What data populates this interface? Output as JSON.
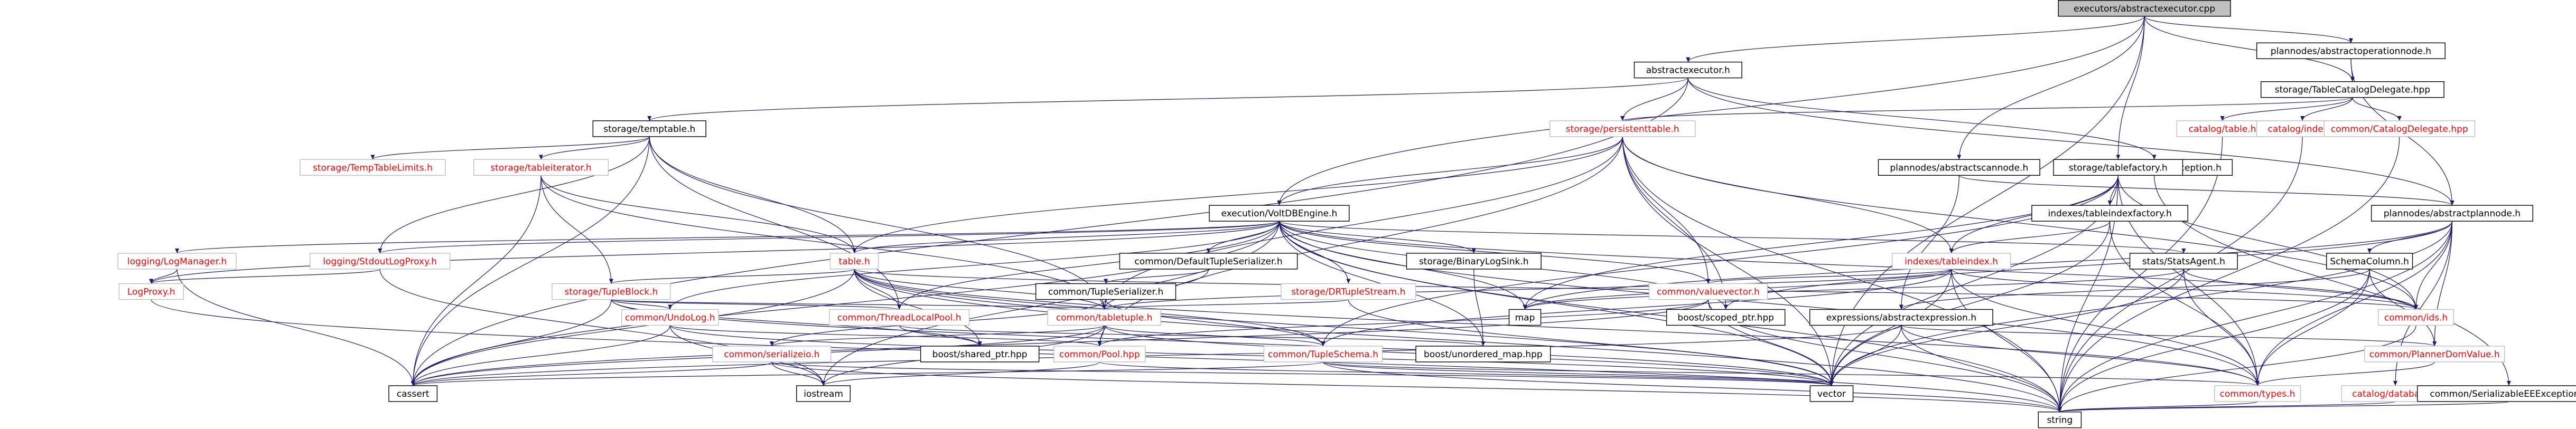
{
  "colors": {
    "edge": "#191970",
    "node_border_default": "#000000",
    "node_border_missing": "#bfbfbf",
    "node_text_normal": "#000000",
    "node_text_linked": "#ff0000",
    "root_fill": "#bfbfbf",
    "background": "#ffffff"
  },
  "nodes": [
    {
      "id": "root",
      "label": "executors/abstractexecutor.cpp",
      "style": "root"
    },
    {
      "id": "ae_h",
      "label": "abstractexecutor.h",
      "style": "normal"
    },
    {
      "id": "aop_h",
      "label": "plannodes/abstractoperationnode.h",
      "style": "normal"
    },
    {
      "id": "stcd_h",
      "label": "storage/TableCatalogDelegate.hpp",
      "style": "normal"
    },
    {
      "id": "ct_h",
      "label": "catalog/table.h",
      "style": "linked"
    },
    {
      "id": "ci_h",
      "label": "catalog/index.h",
      "style": "linked"
    },
    {
      "id": "ccd_h",
      "label": "common/CatalogDelegate.hpp",
      "style": "linked"
    },
    {
      "id": "tmp_h",
      "label": "storage/temptable.h",
      "style": "normal"
    },
    {
      "id": "ptt_h",
      "label": "storage/persistenttable.h",
      "style": "linked"
    },
    {
      "id": "ttl_h",
      "label": "storage/TempTableLimits.h",
      "style": "linked"
    },
    {
      "id": "titer_h",
      "label": "storage/tableiterator.h",
      "style": "linked"
    },
    {
      "id": "cie_h",
      "label": "common/InterruptException.h",
      "style": "normal"
    },
    {
      "id": "vee_h",
      "label": "execution/VoltDBEngine.h",
      "style": "normal"
    },
    {
      "id": "asn_h",
      "label": "plannodes/abstractscannode.h",
      "style": "normal"
    },
    {
      "id": "stf_h",
      "label": "storage/tablefactory.h",
      "style": "normal"
    },
    {
      "id": "llm_h",
      "label": "logging/LogManager.h",
      "style": "linked"
    },
    {
      "id": "lsp_h",
      "label": "logging/StdoutLogProxy.h",
      "style": "linked"
    },
    {
      "id": "table_h",
      "label": "table.h",
      "style": "linked"
    },
    {
      "id": "cdts_h",
      "label": "common/DefaultTupleSerializer.h",
      "style": "normal"
    },
    {
      "id": "sbl_h",
      "label": "storage/BinaryLogSink.h",
      "style": "normal"
    },
    {
      "id": "iif_h",
      "label": "indexes/tableindexfactory.h",
      "style": "normal"
    },
    {
      "id": "apn_h",
      "label": "plannodes/abstractplannode.h",
      "style": "normal"
    },
    {
      "id": "lp_h",
      "label": "LogProxy.h",
      "style": "linked"
    },
    {
      "id": "stb_h",
      "label": "storage/TupleBlock.h",
      "style": "linked"
    },
    {
      "id": "cts_h",
      "label": "common/TupleSerializer.h",
      "style": "normal"
    },
    {
      "id": "sdts_h",
      "label": "storage/DRTupleStream.h",
      "style": "linked"
    },
    {
      "id": "bsp_h",
      "label": "boost/scoped_ptr.hpp",
      "style": "normal"
    },
    {
      "id": "iti_h",
      "label": "indexes/tableindex.h",
      "style": "linked"
    },
    {
      "id": "ssa_h",
      "label": "stats/StatsAgent.h",
      "style": "normal"
    },
    {
      "id": "sc_h",
      "label": "SchemaColumn.h",
      "style": "normal"
    },
    {
      "id": "ctlp_h",
      "label": "common/ThreadLocalPool.h",
      "style": "linked"
    },
    {
      "id": "cul_h",
      "label": "common/UndoLog.h",
      "style": "linked"
    },
    {
      "id": "ctt_h",
      "label": "common/tabletuple.h",
      "style": "linked"
    },
    {
      "id": "map_h",
      "label": "map",
      "style": "normal"
    },
    {
      "id": "cvv_h",
      "label": "common/valuevector.h",
      "style": "linked"
    },
    {
      "id": "eae_h",
      "label": "expressions/abstractexpression.h",
      "style": "normal"
    },
    {
      "id": "cids_h",
      "label": "common/ids.h",
      "style": "linked"
    },
    {
      "id": "cser_h",
      "label": "common/serializeio.h",
      "style": "linked"
    },
    {
      "id": "bshp_h",
      "label": "boost/shared_ptr.hpp",
      "style": "normal"
    },
    {
      "id": "cpool_h",
      "label": "common/Pool.hpp",
      "style": "linked"
    },
    {
      "id": "ctsch_h",
      "label": "common/TupleSchema.h",
      "style": "linked"
    },
    {
      "id": "bum_h",
      "label": "boost/unordered_map.hpp",
      "style": "normal"
    },
    {
      "id": "cpcv_h",
      "label": "common/PlannerDomValue.h",
      "style": "linked"
    },
    {
      "id": "cassert_h",
      "label": "cassert",
      "style": "normal"
    },
    {
      "id": "iostream_h",
      "label": "iostream",
      "style": "normal"
    },
    {
      "id": "vector_h",
      "label": "vector",
      "style": "normal"
    },
    {
      "id": "ctypes_h",
      "label": "common/types.h",
      "style": "linked"
    },
    {
      "id": "cdb_h",
      "label": "catalog/database.h",
      "style": "linked"
    },
    {
      "id": "cseex_h",
      "label": "common/SerializableEEException.h",
      "style": "normal"
    },
    {
      "id": "string_h",
      "label": "string",
      "style": "normal"
    }
  ],
  "edges": [
    [
      "root",
      "ae_h"
    ],
    [
      "root",
      "aop_h"
    ],
    [
      "root",
      "stcd_h"
    ],
    [
      "root",
      "vee_h"
    ],
    [
      "root",
      "asn_h"
    ],
    [
      "root",
      "stf_h"
    ],
    [
      "root",
      "vector_h"
    ],
    [
      "aop_h",
      "stcd_h"
    ],
    [
      "aop_h",
      "apn_h"
    ],
    [
      "stcd_h",
      "ct_h"
    ],
    [
      "stcd_h",
      "ci_h"
    ],
    [
      "stcd_h",
      "ccd_h"
    ],
    [
      "stcd_h",
      "ptt_h"
    ],
    [
      "ae_h",
      "tmp_h"
    ],
    [
      "ae_h",
      "ptt_h"
    ],
    [
      "ae_h",
      "cie_h"
    ],
    [
      "ae_h",
      "apn_h"
    ],
    [
      "ae_h",
      "cassert_h"
    ],
    [
      "tmp_h",
      "ttl_h"
    ],
    [
      "tmp_h",
      "titer_h"
    ],
    [
      "tmp_h",
      "table_h"
    ],
    [
      "tmp_h",
      "ctlp_h"
    ],
    [
      "tmp_h",
      "ctt_h"
    ],
    [
      "tmp_h",
      "cassert_h"
    ],
    [
      "tmp_h",
      "lsp_h"
    ],
    [
      "ptt_h",
      "vee_h"
    ],
    [
      "ptt_h",
      "table_h"
    ],
    [
      "ptt_h",
      "iti_h"
    ],
    [
      "ptt_h",
      "cids_h"
    ],
    [
      "ptt_h",
      "bsp_h"
    ],
    [
      "ptt_h",
      "cvv_h"
    ],
    [
      "ptt_h",
      "string_h"
    ],
    [
      "ptt_h",
      "vector_h"
    ],
    [
      "ptt_h",
      "ctt_h"
    ],
    [
      "ptt_h",
      "cpool_h"
    ],
    [
      "titer_h",
      "table_h"
    ],
    [
      "titer_h",
      "stb_h"
    ],
    [
      "titer_h",
      "ctt_h"
    ],
    [
      "titer_h",
      "cassert_h"
    ],
    [
      "cie_h",
      "cseex_h"
    ],
    [
      "vee_h",
      "llm_h"
    ],
    [
      "vee_h",
      "lsp_h"
    ],
    [
      "vee_h",
      "table_h"
    ],
    [
      "vee_h",
      "cdts_h"
    ],
    [
      "vee_h",
      "sbl_h"
    ],
    [
      "vee_h",
      "sdts_h"
    ],
    [
      "vee_h",
      "ssa_h"
    ],
    [
      "vee_h",
      "bsp_h"
    ],
    [
      "vee_h",
      "cids_h"
    ],
    [
      "vee_h",
      "map_h"
    ],
    [
      "vee_h",
      "cvv_h"
    ],
    [
      "vee_h",
      "ctlp_h"
    ],
    [
      "vee_h",
      "cul_h"
    ],
    [
      "vee_h",
      "bum_h"
    ],
    [
      "vee_h",
      "vector_h"
    ],
    [
      "vee_h",
      "cassert_h"
    ],
    [
      "vee_h",
      "string_h"
    ],
    [
      "vee_h",
      "ctypes_h"
    ],
    [
      "vee_h",
      "lp_h"
    ],
    [
      "vee_h",
      "iostream_h"
    ],
    [
      "asn_h",
      "apn_h"
    ],
    [
      "asn_h",
      "eae_h"
    ],
    [
      "stf_h",
      "iif_h"
    ],
    [
      "stf_h",
      "iti_h"
    ],
    [
      "stf_h",
      "ctypes_h"
    ],
    [
      "stf_h",
      "cids_h"
    ],
    [
      "stf_h",
      "vector_h"
    ],
    [
      "stf_h",
      "string_h"
    ],
    [
      "stf_h",
      "ctsch_h"
    ],
    [
      "stf_h",
      "map_h"
    ],
    [
      "iif_h",
      "iti_h"
    ],
    [
      "iif_h",
      "vector_h"
    ],
    [
      "iif_h",
      "ctypes_h"
    ],
    [
      "apn_h",
      "sc_h"
    ],
    [
      "apn_h",
      "cids_h"
    ],
    [
      "apn_h",
      "ctypes_h"
    ],
    [
      "apn_h",
      "cpcv_h"
    ],
    [
      "apn_h",
      "bsp_h"
    ],
    [
      "apn_h",
      "vector_h"
    ],
    [
      "apn_h",
      "map_h"
    ],
    [
      "apn_h",
      "string_h"
    ],
    [
      "apn_h",
      "cdb_h"
    ],
    [
      "sc_h",
      "ctypes_h"
    ],
    [
      "sc_h",
      "cpcv_h"
    ],
    [
      "sc_h",
      "string_h"
    ],
    [
      "sc_h",
      "eae_h"
    ],
    [
      "llm_h",
      "lp_h"
    ],
    [
      "llm_h",
      "cassert_h"
    ],
    [
      "lsp_h",
      "lp_h"
    ],
    [
      "lsp_h",
      "iostream_h"
    ],
    [
      "lp_h",
      "string_h"
    ],
    [
      "table_h",
      "stb_h"
    ],
    [
      "table_h",
      "ctt_h"
    ],
    [
      "table_h",
      "ctsch_h"
    ],
    [
      "table_h",
      "ctlp_h"
    ],
    [
      "table_h",
      "cids_h"
    ],
    [
      "table_h",
      "ctypes_h"
    ],
    [
      "table_h",
      "string_h"
    ],
    [
      "table_h",
      "vector_h"
    ],
    [
      "table_h",
      "cassert_h"
    ],
    [
      "table_h",
      "bshp_h"
    ],
    [
      "cdts_h",
      "cts_h"
    ],
    [
      "cdts_h",
      "ctt_h"
    ],
    [
      "sbl_h",
      "bum_h"
    ],
    [
      "sdts_h",
      "ctt_h"
    ],
    [
      "sdts_h",
      "vector_h"
    ],
    [
      "stb_h",
      "ctt_h"
    ],
    [
      "stb_h",
      "ctlp_h"
    ],
    [
      "stb_h",
      "cassert_h"
    ],
    [
      "stb_h",
      "bshp_h"
    ],
    [
      "stb_h",
      "cul_h"
    ],
    [
      "stb_h",
      "vector_h"
    ],
    [
      "cts_h",
      "ctt_h"
    ],
    [
      "cts_h",
      "cser_h"
    ],
    [
      "cts_h",
      "ctsch_h"
    ],
    [
      "iti_h",
      "ctt_h"
    ],
    [
      "iti_h",
      "map_h"
    ],
    [
      "iti_h",
      "cids_h"
    ],
    [
      "iti_h",
      "cvv_h"
    ],
    [
      "iti_h",
      "vector_h"
    ],
    [
      "iti_h",
      "string_h"
    ],
    [
      "iti_h",
      "ctypes_h"
    ],
    [
      "iti_h",
      "ctsch_h"
    ],
    [
      "ssa_h",
      "cids_h"
    ],
    [
      "ssa_h",
      "map_h"
    ],
    [
      "ssa_h",
      "vector_h"
    ],
    [
      "ssa_h",
      "ctypes_h"
    ],
    [
      "ctlp_h",
      "bshp_h"
    ],
    [
      "ctlp_h",
      "bum_h"
    ],
    [
      "cul_h",
      "cpool_h"
    ],
    [
      "cul_h",
      "vector_h"
    ],
    [
      "cul_h",
      "iostream_h"
    ],
    [
      "cul_h",
      "cassert_h"
    ],
    [
      "ctt_h",
      "cpool_h"
    ],
    [
      "ctt_h",
      "ctsch_h"
    ],
    [
      "ctt_h",
      "cser_h"
    ],
    [
      "ctt_h",
      "iostream_h"
    ],
    [
      "ctt_h",
      "cassert_h"
    ],
    [
      "ctt_h",
      "vector_h"
    ],
    [
      "cvv_h",
      "cpool_h"
    ],
    [
      "cvv_h",
      "vector_h"
    ],
    [
      "cvv_h",
      "cassert_h"
    ],
    [
      "cvv_h",
      "string_h"
    ],
    [
      "eae_h",
      "ctypes_h"
    ],
    [
      "eae_h",
      "cpcv_h"
    ],
    [
      "eae_h",
      "vector_h"
    ],
    [
      "eae_h",
      "string_h"
    ],
    [
      "eae_h",
      "cassert_h"
    ],
    [
      "cids_h",
      "string_h"
    ],
    [
      "cser_h",
      "cassert_h"
    ],
    [
      "cser_h",
      "iostream_h"
    ],
    [
      "cser_h",
      "vector_h"
    ],
    [
      "cser_h",
      "string_h"
    ],
    [
      "cpool_h",
      "iostream_h"
    ],
    [
      "cpool_h",
      "vector_h"
    ],
    [
      "ctsch_h",
      "cassert_h"
    ],
    [
      "ctsch_h",
      "vector_h"
    ],
    [
      "ctsch_h",
      "string_h"
    ],
    [
      "ctsch_h",
      "ctypes_h"
    ],
    [
      "cpcv_h",
      "ctypes_h"
    ],
    [
      "ctypes_h",
      "string_h"
    ],
    [
      "cdb_h",
      "string_h"
    ],
    [
      "cseex_h",
      "string_h"
    ],
    [
      "ct_h",
      "string_h"
    ],
    [
      "ci_h",
      "string_h"
    ],
    [
      "ccd_h",
      "string_h"
    ]
  ]
}
